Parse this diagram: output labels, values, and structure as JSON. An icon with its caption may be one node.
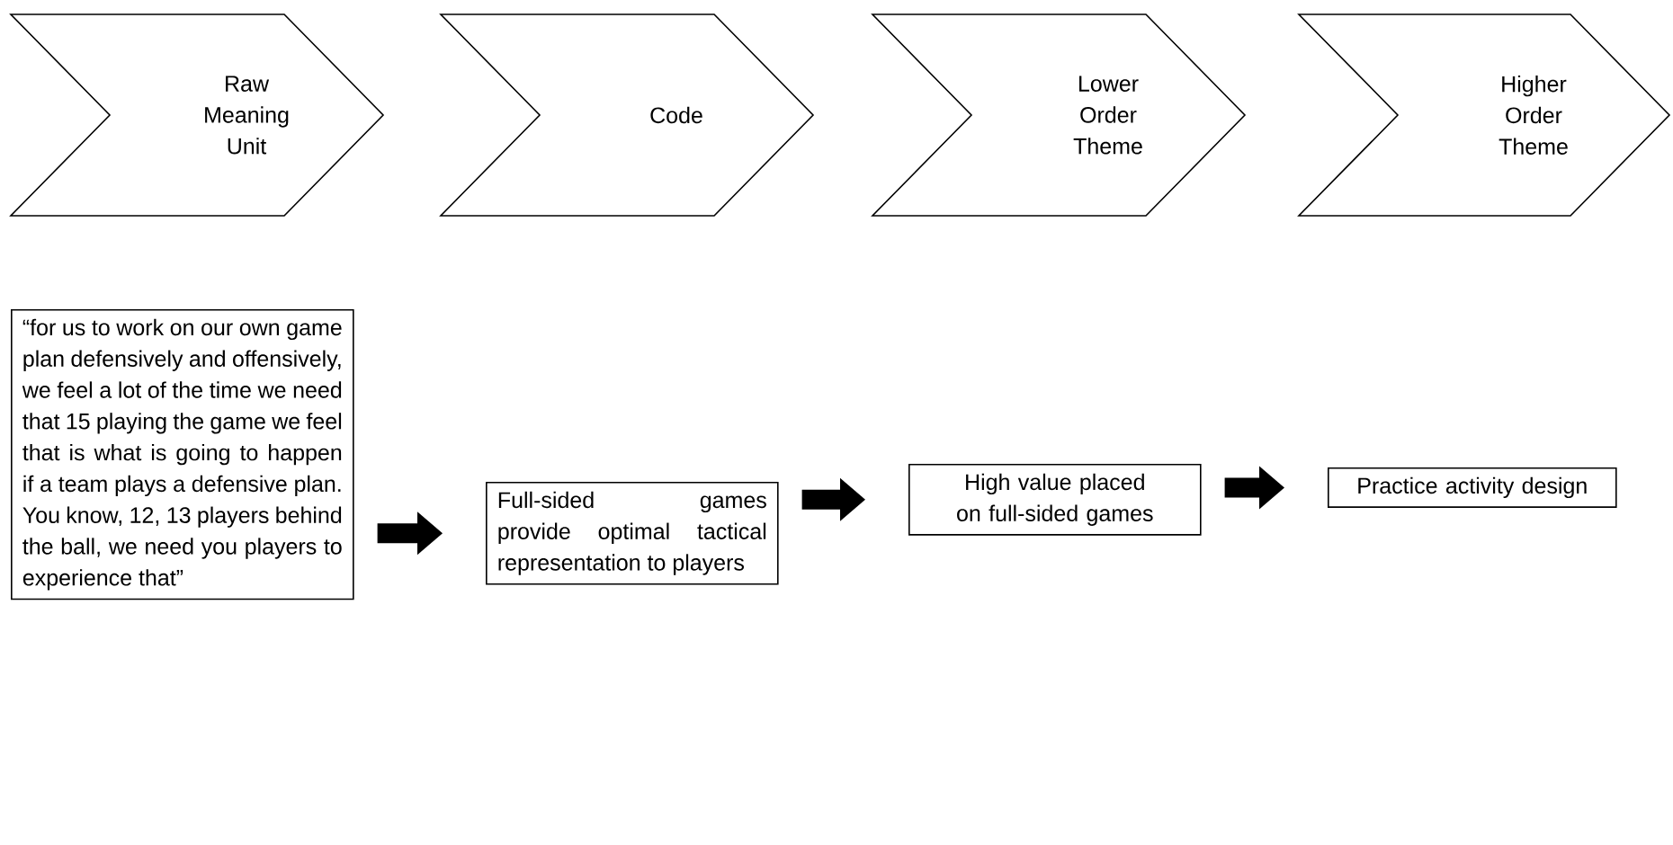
{
  "diagram": {
    "nodes": [
      {
        "text": [
          "Raw Meaning Unit"
        ]
      },
      {
        "text": [
          "Code"
        ]
      },
      {
        "text": [
          "Lower Order Theme"
        ]
      },
      {
        "text": [
          "Higher Order Theme"
        ]
      },
      {
        "text": [
          "“for us to work on our own game plan defensively and offensively, we feel a lot of the time we need that 15 playing the game we feel that is what is going to happen if a team plays a defensive plan. You know, 12, 13 players behind the ball, we need you players to experience that”"
        ]
      },
      {
        "text": [
          "Full-sided games provide optimal tactical representation to players"
        ]
      },
      {
        "text": [
          "High value placed on full-sided games"
        ]
      },
      {
        "text": [
          "Practice activity design"
        ]
      }
    ],
    "edges": [
      {
        "from": 4,
        "to": 5,
        "arrow": "to"
      },
      {
        "from": 5,
        "to": 6,
        "arrow": "to"
      },
      {
        "from": 6,
        "to": 7,
        "arrow": "to"
      }
    ]
  }
}
